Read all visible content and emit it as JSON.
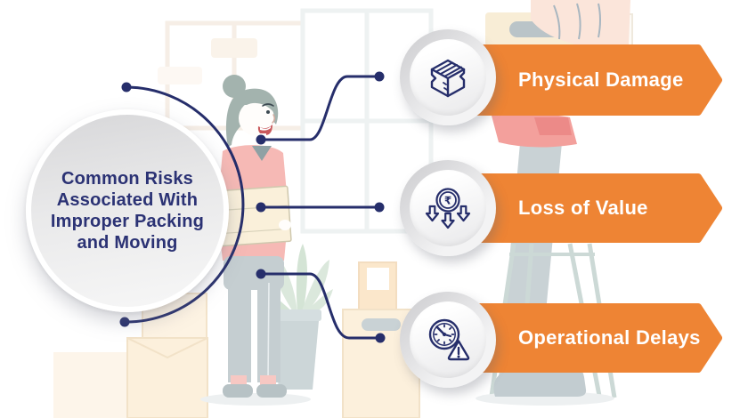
{
  "infographic": {
    "center_circle": {
      "lines": [
        "Common Risks",
        "Associated With",
        "Improper Packing",
        "and Moving"
      ],
      "full_text": "Common Risks Associated With Improper Packing and Moving"
    },
    "risks": [
      {
        "label": "Physical Damage",
        "icon": "damaged-box-icon"
      },
      {
        "label": "Loss of Value",
        "icon": "rupee-value-down-icon",
        "currency_symbol": "₹"
      },
      {
        "label": "Operational Delays",
        "icon": "clock-warning-icon"
      }
    ],
    "colors": {
      "banner_orange": "#ee8434",
      "connector_navy": "#262e6b",
      "title_navy": "#2b3274",
      "banner_text": "#ffffff"
    }
  }
}
